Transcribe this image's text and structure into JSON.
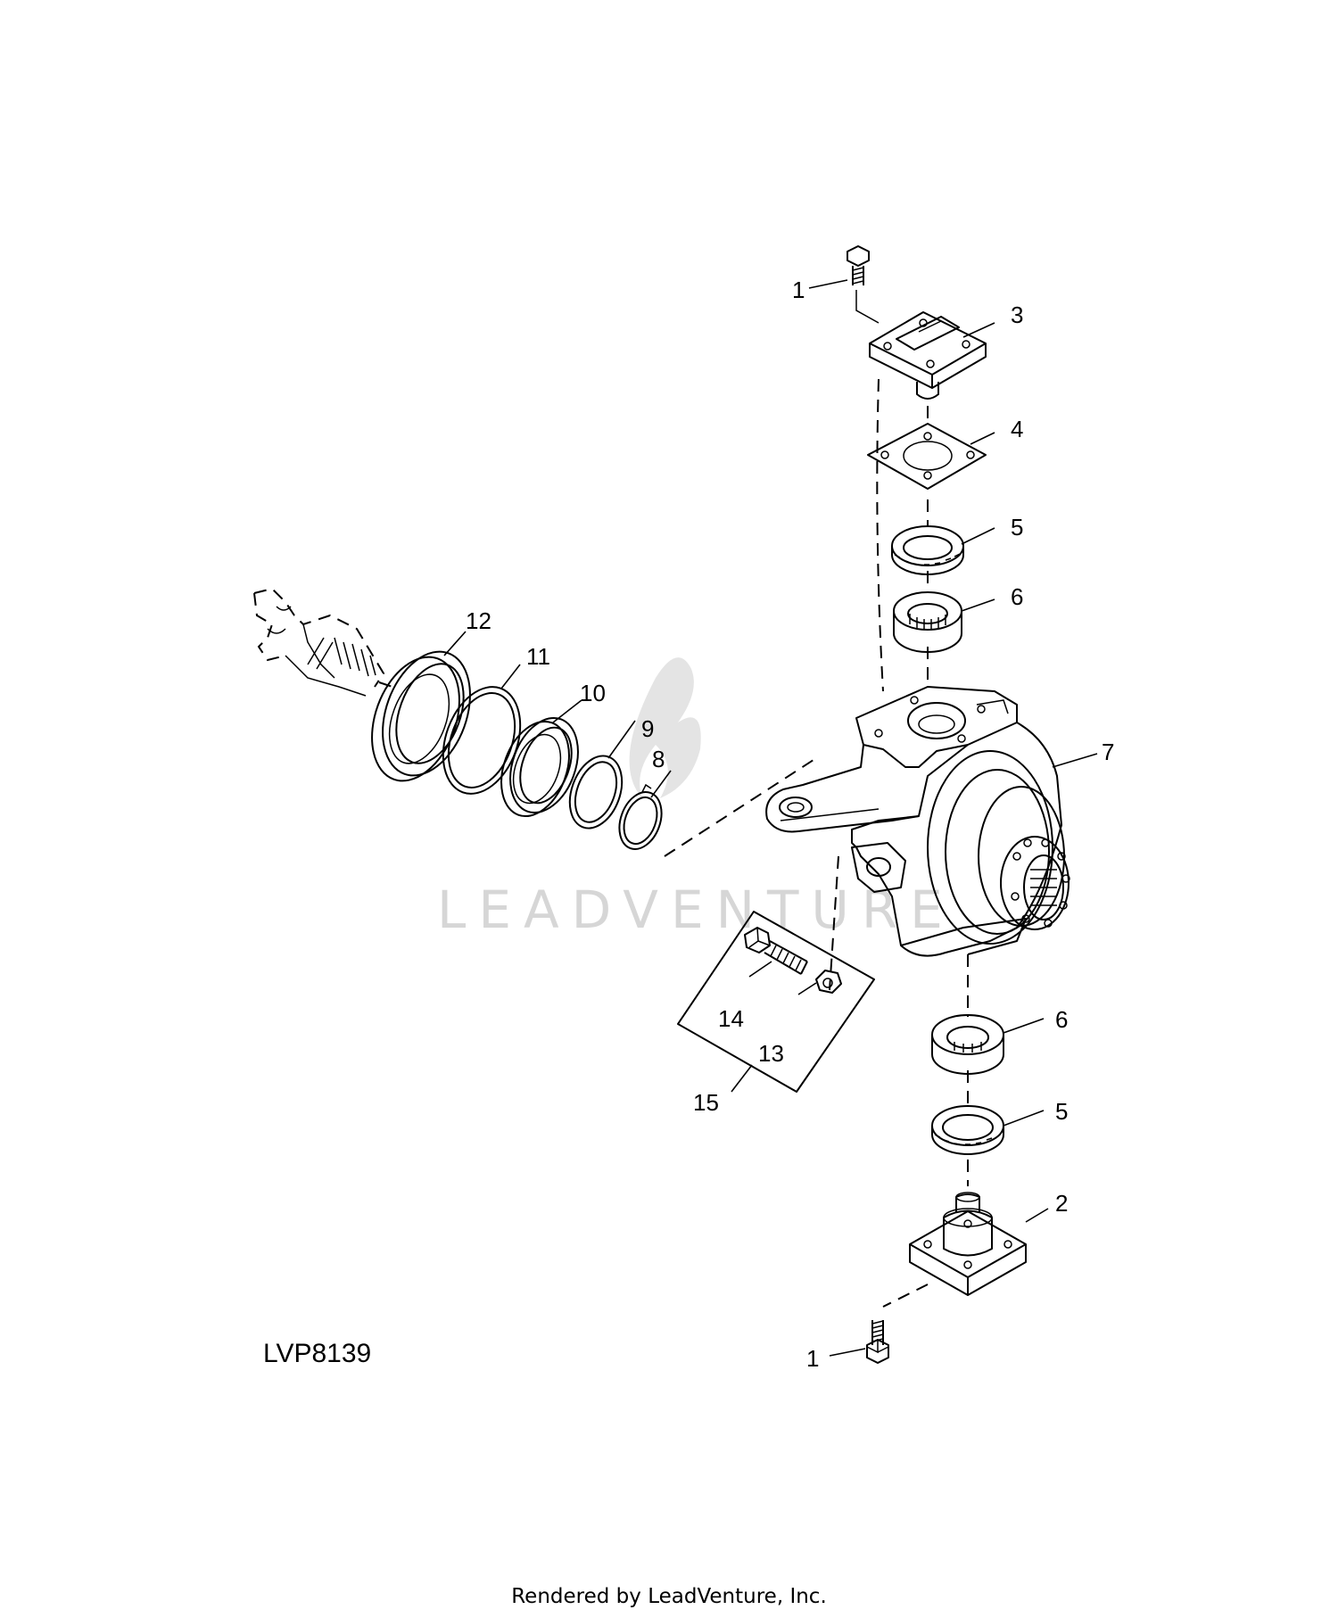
{
  "diagram": {
    "figure_id": "LVP8139",
    "footer": "Rendered by LeadVenture, Inc.",
    "watermark": "LEADVENTURE",
    "callouts": {
      "c1_top": "1",
      "c3": "3",
      "c4": "4",
      "c5_top": "5",
      "c6_top": "6",
      "c7": "7",
      "c8": "8",
      "c9": "9",
      "c10": "10",
      "c11": "11",
      "c12": "12",
      "c13": "13",
      "c14": "14",
      "c15": "15",
      "c6_bottom": "6",
      "c5_bottom": "5",
      "c2": "2",
      "c1_bottom": "1"
    }
  }
}
